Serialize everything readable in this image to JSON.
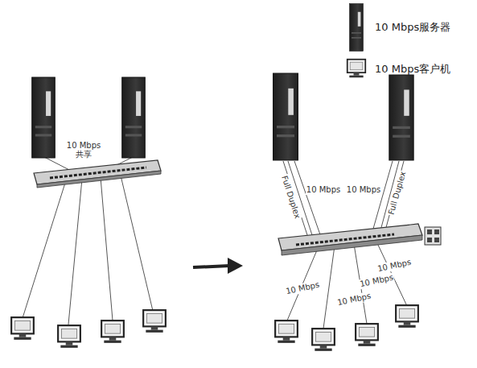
{
  "diagram": {
    "labels": [
      "10 Mbps 共享",
      "Full Duplex",
      "10 Mbps",
      "10 Mbps",
      "Full Duplex",
      "10 Mbps",
      "10 Mbps",
      "10 Mbps",
      "10 Mbps"
    ],
    "legend": [
      {
        "text": "10 Mbps服务器"
      },
      {
        "text": "10 Mbps客户机"
      }
    ]
  }
}
